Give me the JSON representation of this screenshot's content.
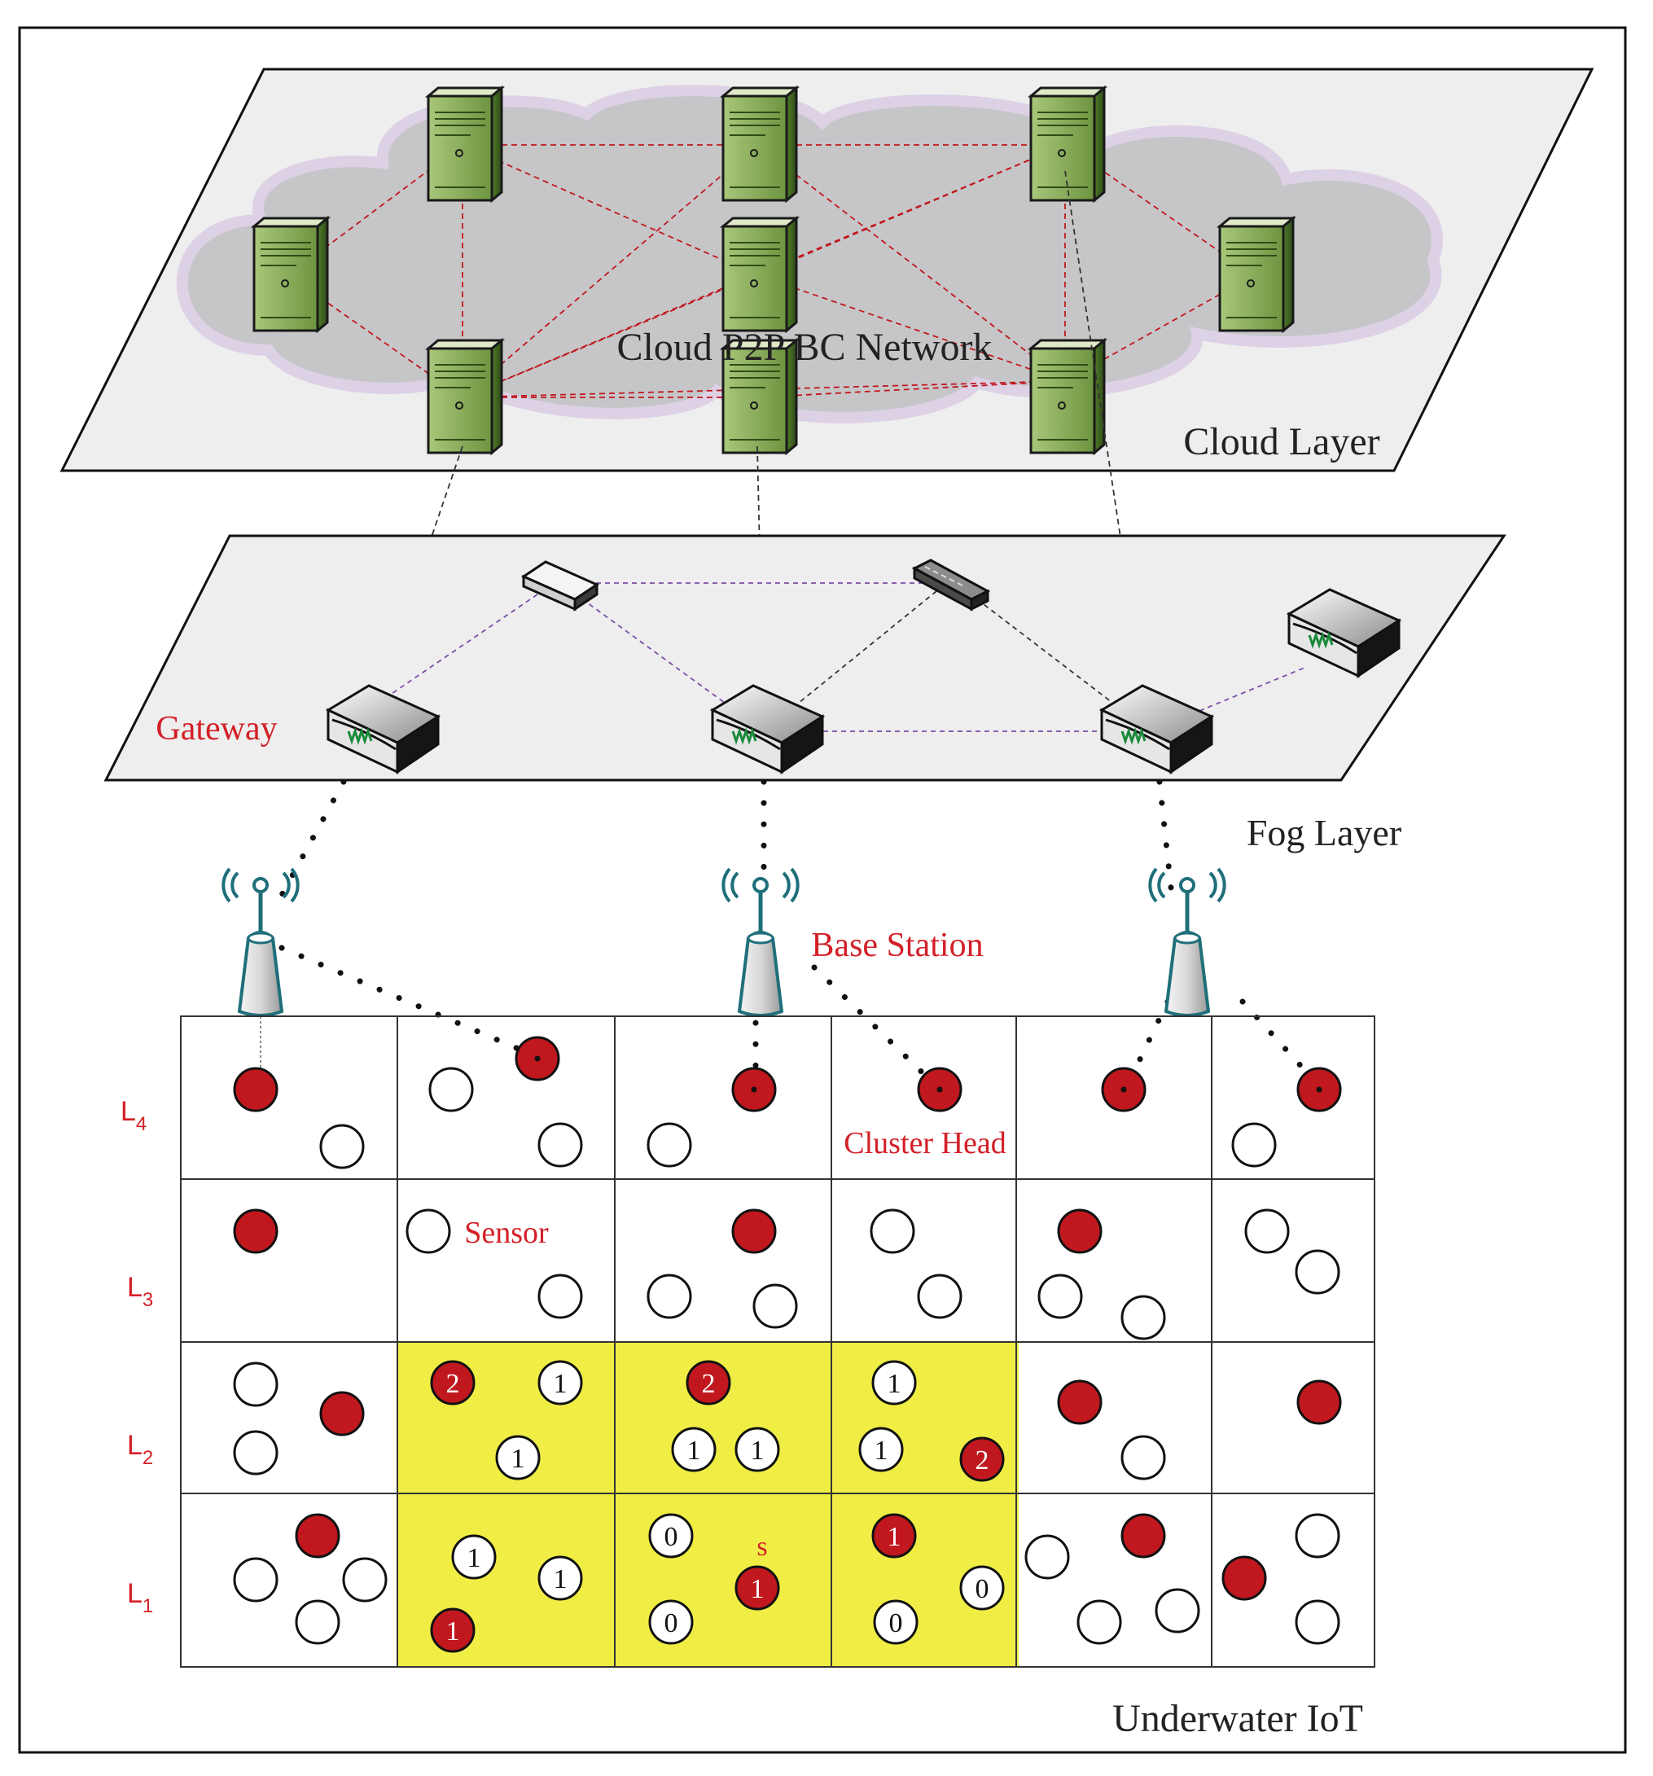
{
  "layers": {
    "cloud_title": "Cloud P2P BC Network",
    "cloud_label": "Cloud Layer",
    "fog_label": "Fog Layer",
    "iot_label": "Underwater IoT"
  },
  "labels": {
    "gateway": "Gateway",
    "base_station": "Base Station",
    "cluster_head": "Cluster Head",
    "sensor": "Sensor",
    "source": "s"
  },
  "levels": [
    {
      "base": "L",
      "sub": "4"
    },
    {
      "base": "L",
      "sub": "3"
    },
    {
      "base": "L",
      "sub": "2"
    },
    {
      "base": "L",
      "sub": "1"
    }
  ],
  "hop_values": {
    "l2": [
      "2",
      "1",
      "1",
      "2",
      "1",
      "1",
      "1",
      "1",
      "2"
    ],
    "l1": [
      "1",
      "1",
      "1",
      "0",
      "1",
      "0",
      "1",
      "0",
      "0"
    ]
  },
  "colors": {
    "cluster_head": "#c0181e",
    "sensor": "#ffffff",
    "highlight": "#f0ee45",
    "label_red": "#d32027",
    "cloud_gray": "#c6c6c9",
    "server_green": "#8eb05c",
    "link_red": "#c0181e",
    "link_purple": "#7b4fa8"
  },
  "icons": [
    "server-icon",
    "router-icon",
    "switch-icon",
    "antenna-tower-icon",
    "cloud-icon"
  ]
}
